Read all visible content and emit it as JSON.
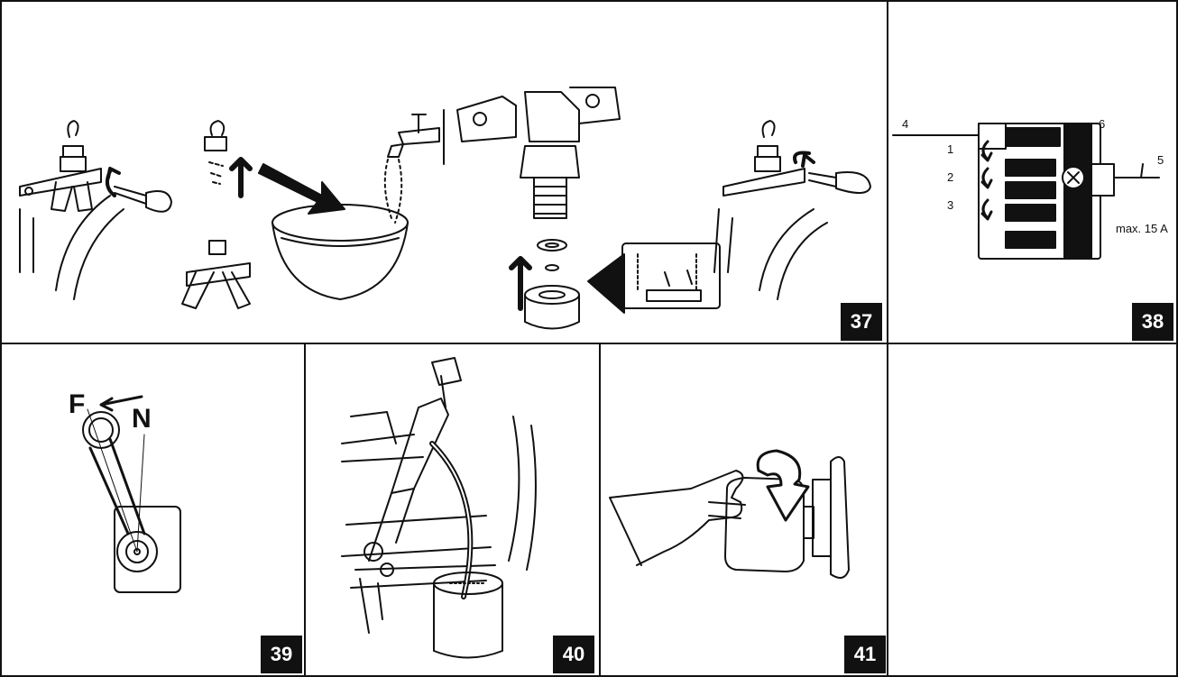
{
  "figures": [
    {
      "number": "37"
    },
    {
      "number": "38",
      "callouts": [
        "4",
        "6",
        "1",
        "2",
        "3",
        "5"
      ],
      "note": "max. 15 A"
    },
    {
      "number": "39",
      "labels": [
        "F",
        "N"
      ]
    },
    {
      "number": "40"
    },
    {
      "number": "41"
    }
  ]
}
